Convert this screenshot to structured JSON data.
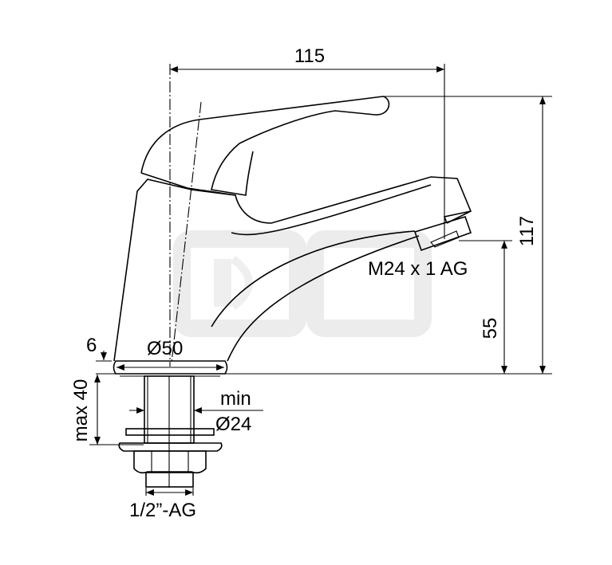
{
  "title": "Basin tap dimension drawing",
  "dimensions": {
    "width_overall": "115",
    "height_overall": "117",
    "spout_height": "55",
    "spout_thread": "M24 x 1 AG",
    "base_thickness": "6",
    "base_diameter": "Ø50",
    "mounting_depth": "max 40",
    "hole_min_label": "min",
    "hole_min_diameter": "Ø24",
    "connection_thread": "1/2”-AG"
  },
  "colors": {
    "line": "#000000",
    "watermark": "#ececec"
  }
}
